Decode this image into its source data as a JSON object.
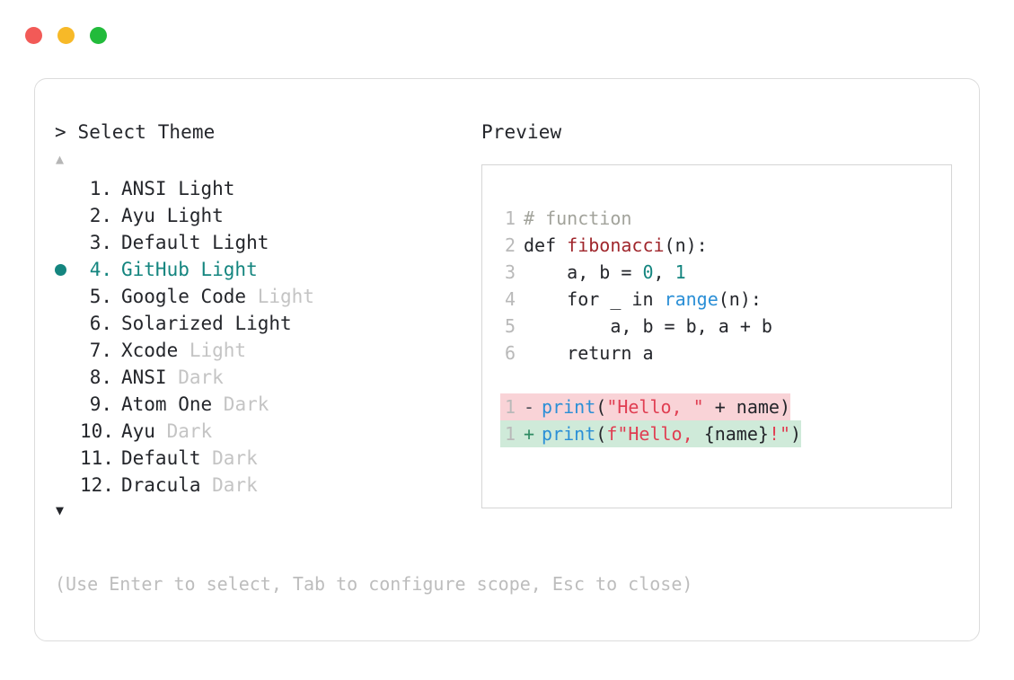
{
  "window": {
    "traffic_lights": [
      {
        "name": "close",
        "color": "#f25a57"
      },
      {
        "name": "minimize",
        "color": "#f7b928"
      },
      {
        "name": "maximize",
        "color": "#22bb3b"
      }
    ]
  },
  "prompt": {
    "heading": "> Select Theme",
    "scroll_up": "▲",
    "scroll_down": "▼",
    "selected_index": 4,
    "bullet": "●"
  },
  "themes": [
    {
      "index": "1.",
      "name": "ANSI",
      "variant": "Light",
      "selected": false,
      "variant_dim": false
    },
    {
      "index": "2.",
      "name": "Ayu",
      "variant": "Light",
      "selected": false,
      "variant_dim": false
    },
    {
      "index": "3.",
      "name": "Default",
      "variant": "Light",
      "selected": false,
      "variant_dim": false
    },
    {
      "index": "4.",
      "name": "GitHub",
      "variant": "Light",
      "selected": true,
      "variant_dim": false
    },
    {
      "index": "5.",
      "name": "Google Code",
      "variant": "Light",
      "selected": false,
      "variant_dim": true
    },
    {
      "index": "6.",
      "name": "Solarized",
      "variant": "Light",
      "selected": false,
      "variant_dim": false
    },
    {
      "index": "7.",
      "name": "Xcode",
      "variant": "Light",
      "selected": false,
      "variant_dim": true
    },
    {
      "index": "8.",
      "name": "ANSI",
      "variant": "Dark",
      "selected": false,
      "variant_dim": true
    },
    {
      "index": "9.",
      "name": "Atom One",
      "variant": "Dark",
      "selected": false,
      "variant_dim": true
    },
    {
      "index": "10.",
      "name": "Ayu",
      "variant": "Dark",
      "selected": false,
      "variant_dim": true
    },
    {
      "index": "11.",
      "name": "Default",
      "variant": "Dark",
      "selected": false,
      "variant_dim": true
    },
    {
      "index": "12.",
      "name": "Dracula",
      "variant": "Dark",
      "selected": false,
      "variant_dim": true
    }
  ],
  "hint": "(Use Enter to select, Tab to configure scope, Esc to close)",
  "preview": {
    "label": "Preview",
    "code_lines": [
      {
        "no": "1",
        "tokens": [
          {
            "t": "# function",
            "c": "tok-comment"
          }
        ]
      },
      {
        "no": "2",
        "tokens": [
          {
            "t": "def ",
            "c": "tok-keyword"
          },
          {
            "t": "fibonacci",
            "c": "tok-funcname"
          },
          {
            "t": "(n):",
            "c": "tok-plain"
          }
        ]
      },
      {
        "no": "3",
        "tokens": [
          {
            "t": "    a, b = ",
            "c": "tok-plain"
          },
          {
            "t": "0",
            "c": "tok-number"
          },
          {
            "t": ", ",
            "c": "tok-plain"
          },
          {
            "t": "1",
            "c": "tok-number"
          }
        ]
      },
      {
        "no": "4",
        "tokens": [
          {
            "t": "    for _ in ",
            "c": "tok-plain"
          },
          {
            "t": "range",
            "c": "tok-builtin"
          },
          {
            "t": "(n):",
            "c": "tok-plain"
          }
        ]
      },
      {
        "no": "5",
        "tokens": [
          {
            "t": "        a, b = b, a + b",
            "c": "tok-plain"
          }
        ]
      },
      {
        "no": "6",
        "tokens": [
          {
            "t": "    return a",
            "c": "tok-plain"
          }
        ]
      }
    ],
    "diff_lines": [
      {
        "no": "1",
        "kind": "removed",
        "marker": "-",
        "tokens": [
          {
            "t": "print",
            "c": "tok-call"
          },
          {
            "t": "(",
            "c": "tok-plain"
          },
          {
            "t": "\"Hello, \"",
            "c": "tok-string"
          },
          {
            "t": " + name)",
            "c": "tok-plain"
          }
        ]
      },
      {
        "no": "1",
        "kind": "added",
        "marker": "+",
        "tokens": [
          {
            "t": "print",
            "c": "tok-call"
          },
          {
            "t": "(",
            "c": "tok-plain"
          },
          {
            "t": "f\"Hello, ",
            "c": "tok-string"
          },
          {
            "t": "{name}",
            "c": "tok-plain"
          },
          {
            "t": "!\"",
            "c": "tok-string"
          },
          {
            "t": ")",
            "c": "tok-plain"
          }
        ]
      }
    ]
  },
  "colors": {
    "accent_teal": "#14857f",
    "text": "#24262b",
    "dim": "#c4c4c4",
    "hint": "#bdbdbd",
    "border": "#dcdcdc",
    "diff_removed_bg": "#f9d3d7",
    "diff_added_bg": "#cfead9"
  }
}
